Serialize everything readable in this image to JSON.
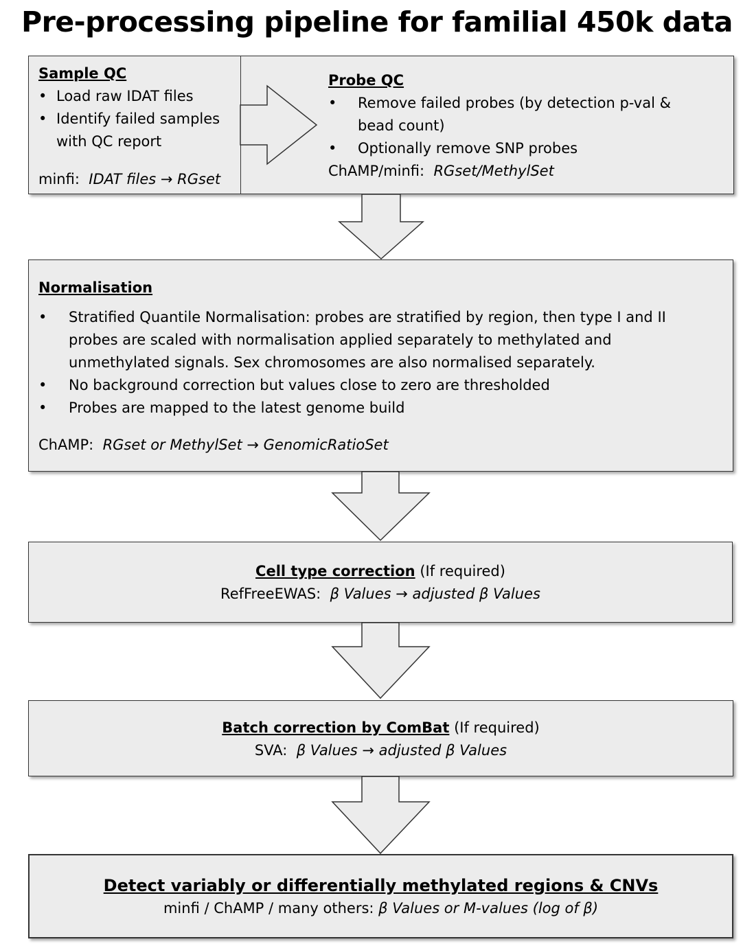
{
  "title": "Pre-processing pipeline for familial 450k data",
  "sample_qc": {
    "heading": "Sample QC",
    "bullets": [
      "Load raw IDAT files",
      "Identify failed samples",
      "with QC report"
    ],
    "tool": "minfi:",
    "io": "IDAT files → RGset"
  },
  "probe_qc": {
    "heading": "Probe QC",
    "bullets": [
      "Remove failed probes (by detection p-val &",
      "bead count)",
      "Optionally remove SNP probes"
    ],
    "tool": "ChAMP/minfi:",
    "io": "RGset/MethylSet"
  },
  "normalisation": {
    "heading": "Normalisation",
    "lines": [
      "Stratified Quantile Normalisation: probes are stratified by region, then type I and II",
      "probes are scaled with normalisation applied separately to methylated and",
      "unmethylated signals.  Sex chromosomes are also normalised separately.",
      "No background correction but values close to zero are thresholded",
      "Probes are mapped to the latest genome build"
    ],
    "tool": "ChAMP:",
    "io": "RGset or MethylSet → GenomicRatioSet"
  },
  "cell_type": {
    "heading": "Cell type correction",
    "note": "(If required)",
    "tool": "RefFreeEWAS:",
    "io": "β Values → adjusted β Values"
  },
  "batch": {
    "heading": "Batch correction by ComBat",
    "note": "(If required)",
    "tool": "SVA:",
    "io": "β Values → adjusted β Values"
  },
  "detect": {
    "heading": "Detect variably or differentially methylated regions & CNVs",
    "tool": "minfi / ChAMP / many others:",
    "io": "β Values or M-values (log of β)"
  }
}
